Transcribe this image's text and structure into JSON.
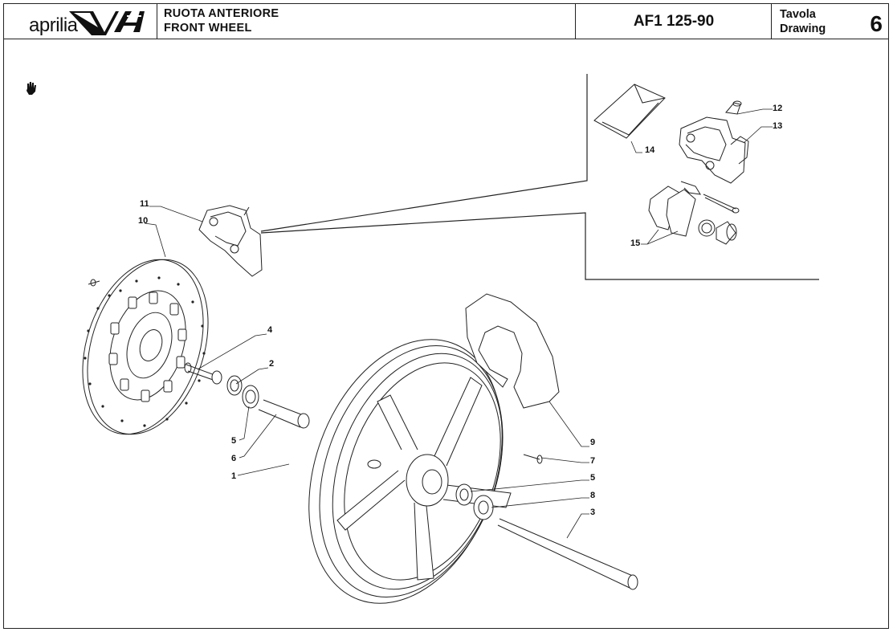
{
  "header": {
    "brand": "aprilia",
    "title_it": "RUOTA ANTERIORE",
    "title_en": "FRONT WHEEL",
    "model": "AF1 125-90",
    "tavola_label": "Tavola",
    "drawing_label": "Drawing",
    "sheet_number": "6"
  },
  "icons": {
    "hand": "hand-icon"
  },
  "part_numbers": {
    "p1": "1",
    "p2": "2",
    "p3": "3",
    "p4": "4",
    "p5a": "5",
    "p5b": "5",
    "p6": "6",
    "p7": "7",
    "p8": "8",
    "p9": "9",
    "p10": "10",
    "p11": "11",
    "p12": "12",
    "p13": "13",
    "p14": "14",
    "p15": "15"
  }
}
